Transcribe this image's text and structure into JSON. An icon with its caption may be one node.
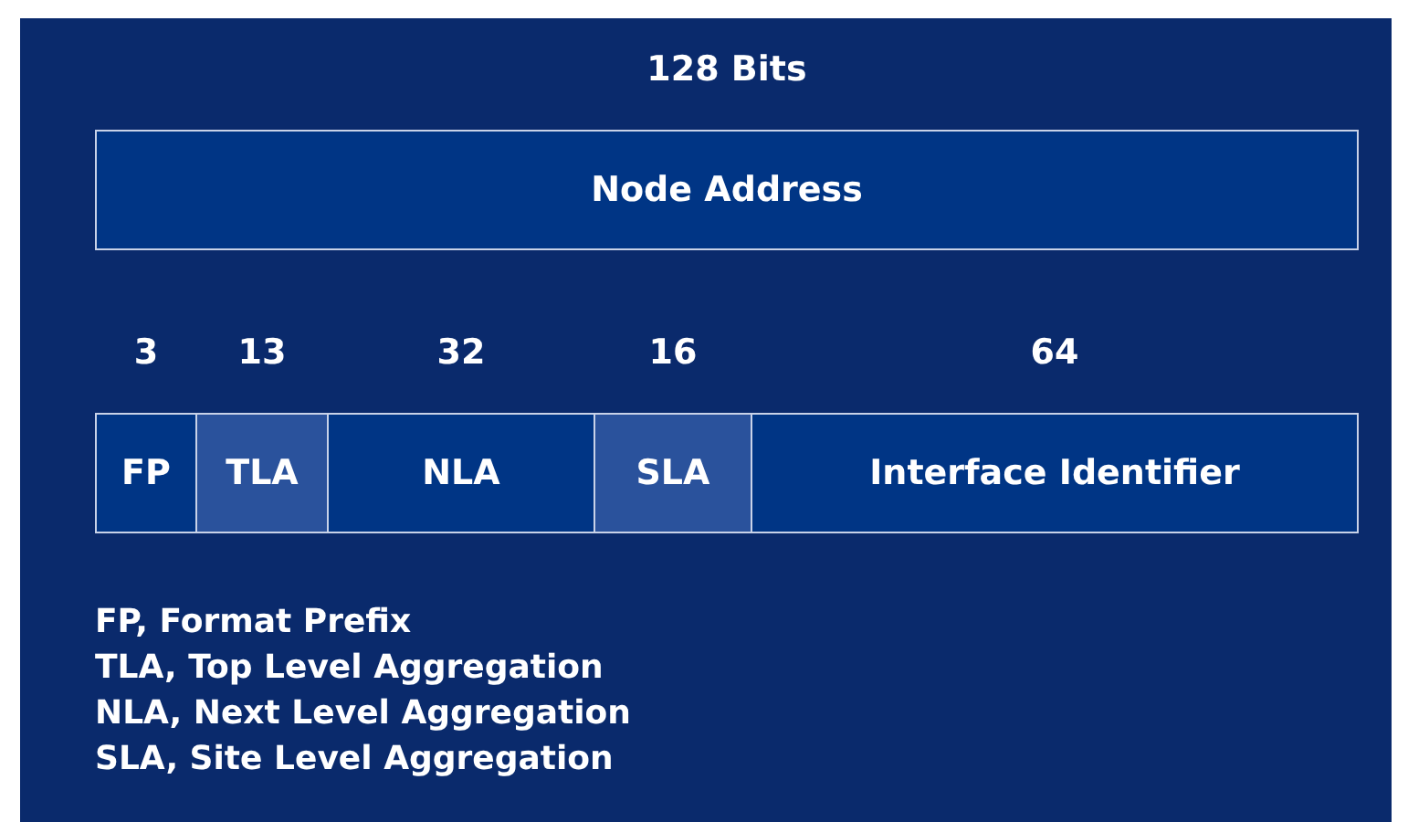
{
  "diagram": {
    "nodes": [
      {
        "text": [
          "Node Address"
        ],
        "beside": [
          "128 Bits"
        ]
      },
      {
        "text": [
          "FP"
        ],
        "beside": [
          "3"
        ]
      },
      {
        "text": [
          "TLA"
        ],
        "beside": [
          "13"
        ]
      },
      {
        "text": [
          "NLA"
        ],
        "beside": [
          "32"
        ]
      },
      {
        "text": [
          "SLA"
        ],
        "beside": [
          "16"
        ]
      },
      {
        "text": [
          "Interface Identifier"
        ],
        "beside": [
          "64"
        ]
      }
    ],
    "labels": [
      "FP, Format Prefix",
      "TLA, Top Level Aggregation",
      "NLA, Next Level Aggregation",
      "SLA, Site Level Aggregation"
    ]
  }
}
